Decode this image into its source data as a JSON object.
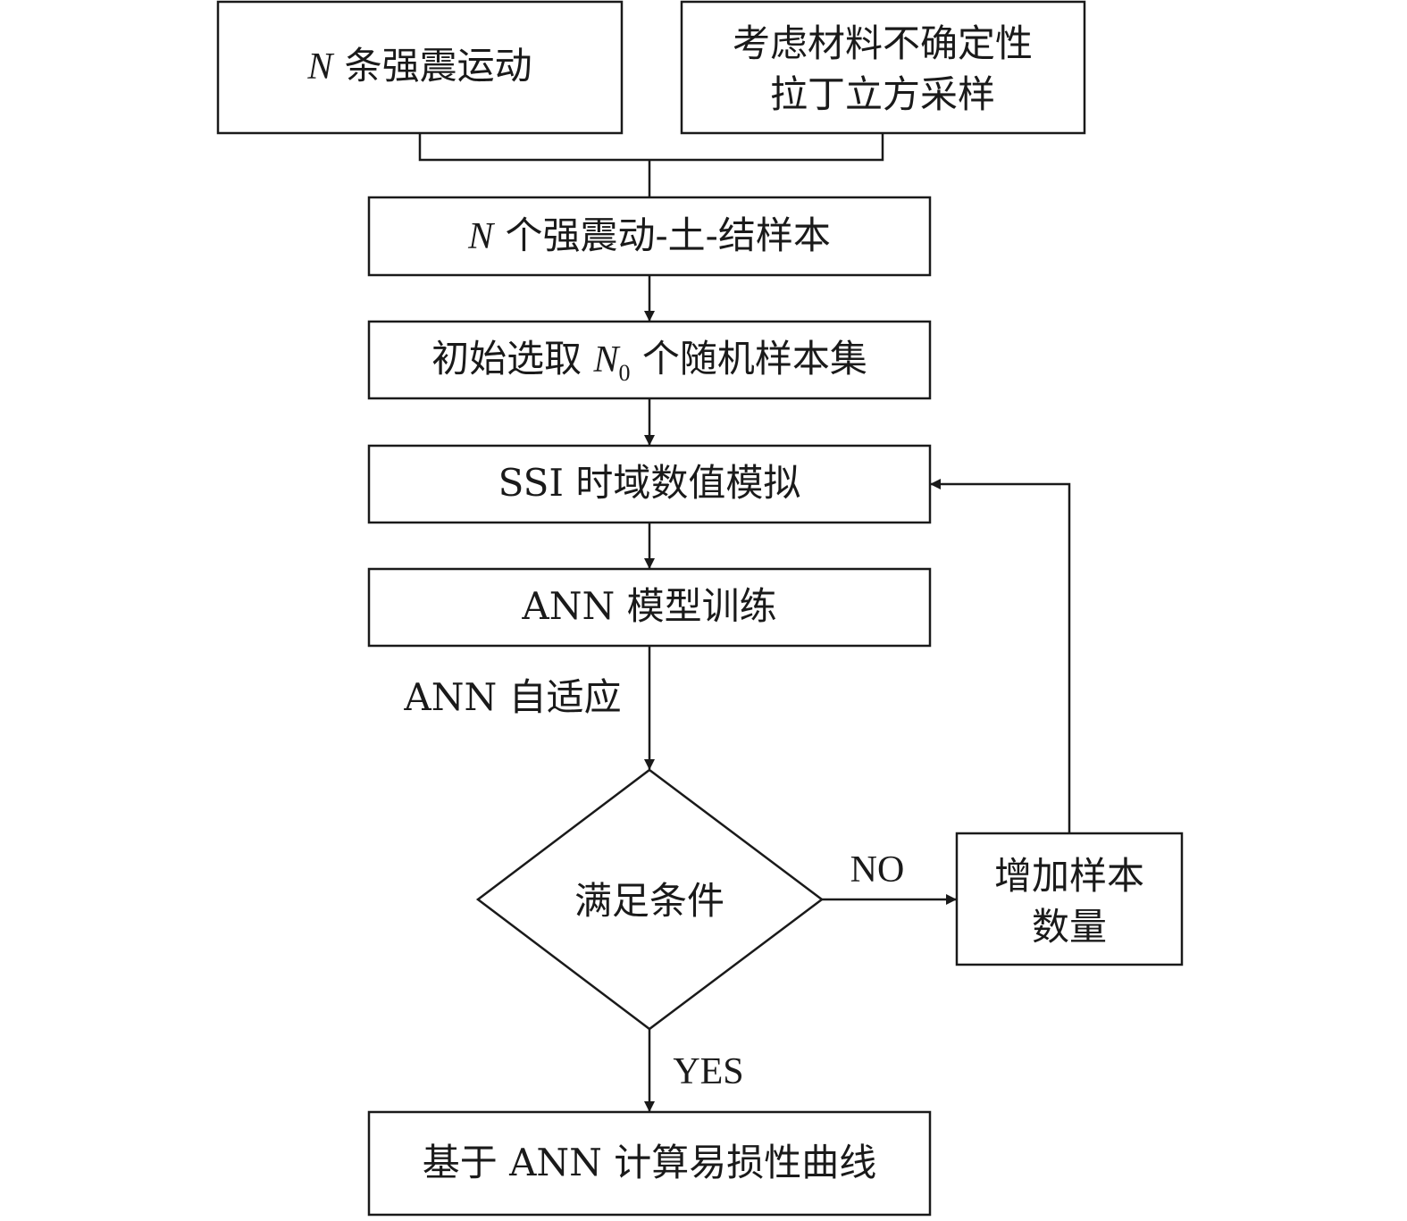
{
  "nodes": {
    "ground_motions": {
      "var": "N",
      "text": " 条强震运动"
    },
    "material_uncertainty": {
      "line1": "考虑材料不确定性",
      "line2": "拉丁立方采样"
    },
    "samples": {
      "var": "N",
      "text": " 个强震动-土-结样本"
    },
    "initial_set": {
      "pre": "初始选取 ",
      "var": "N",
      "sub": "0",
      "post": " 个随机样本集"
    },
    "ssi_sim": {
      "text": "SSI 时域数值模拟"
    },
    "ann_training": {
      "text": "ANN 模型训练"
    },
    "condition": {
      "text": "满足条件"
    },
    "add_samples": {
      "line1": "增加样本",
      "line2": "数量"
    },
    "fragility": {
      "text": "基于 ANN 计算易损性曲线"
    }
  },
  "edge_labels": {
    "adaptive": "ANN 自适应",
    "no": "NO",
    "yes": "YES"
  }
}
